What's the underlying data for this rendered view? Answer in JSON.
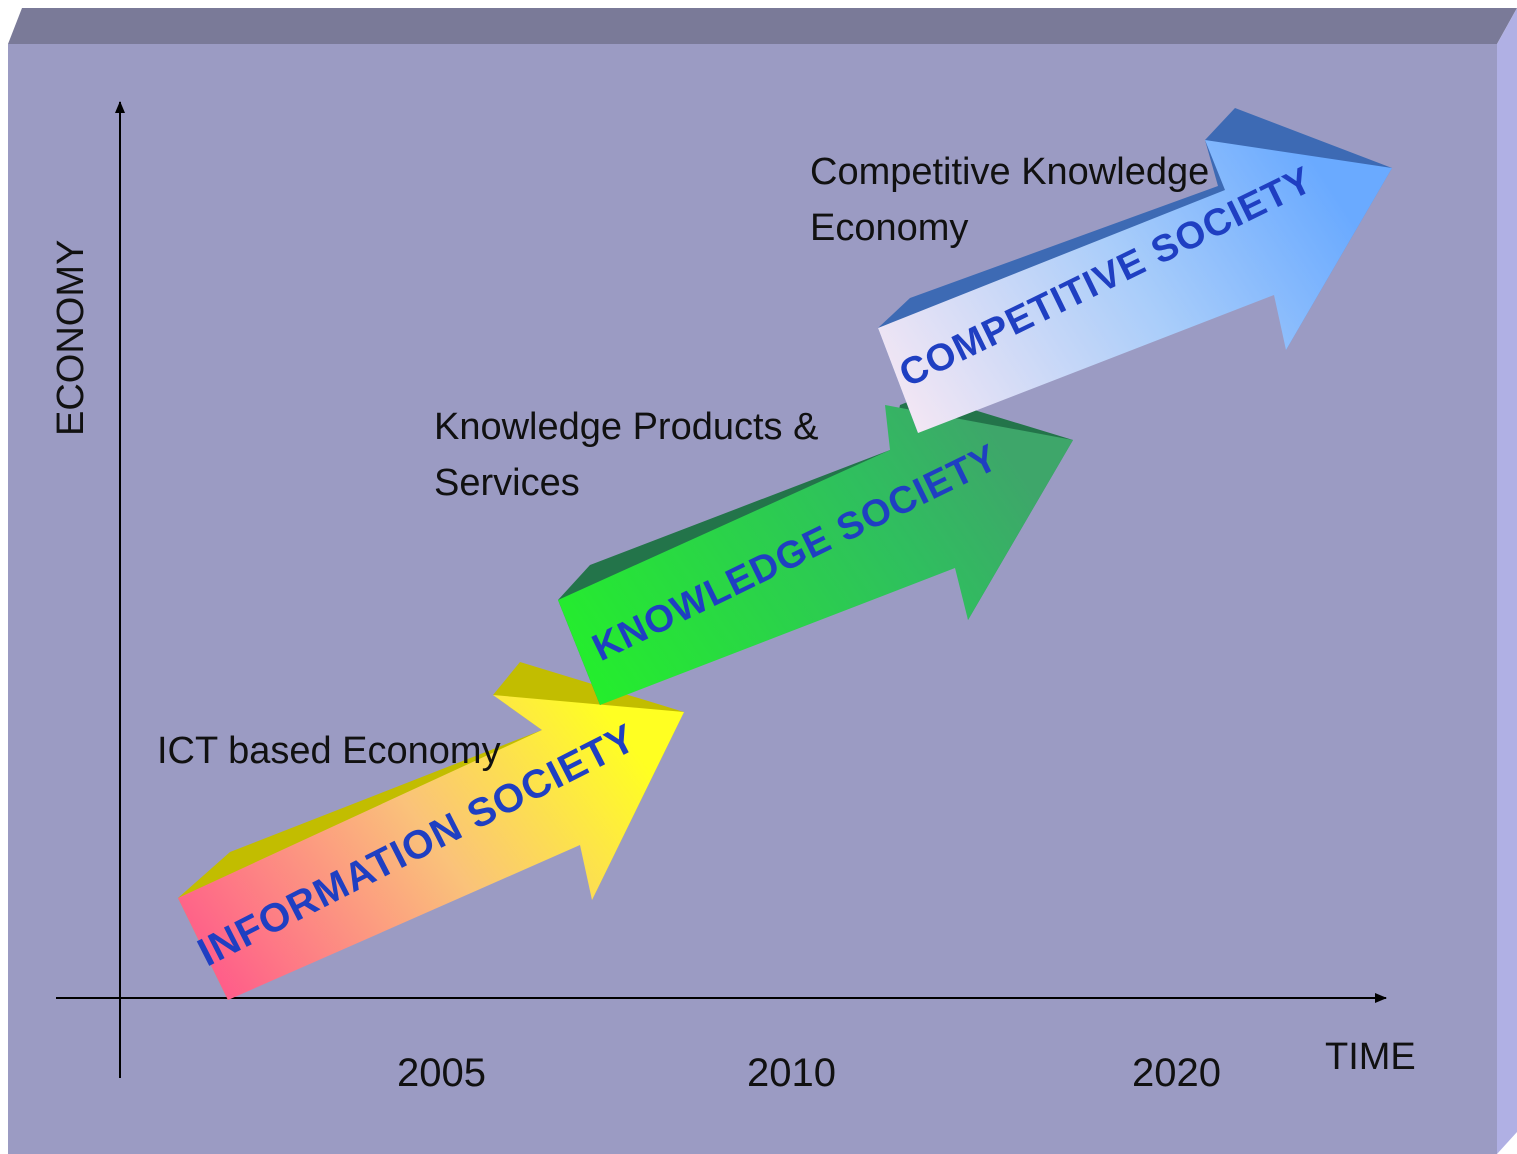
{
  "diagram": {
    "y_axis_label": "ECONOMY",
    "x_axis_label": "TIME",
    "years": [
      "2005",
      "2010",
      "2020"
    ],
    "stages": [
      {
        "society": "INFORMATION SOCIETY",
        "economy_lines": [
          "ICT based Economy"
        ],
        "colors": {
          "gradient_start": "#ffff22",
          "gradient_end": "#ff5a8a",
          "top_face": "#c2bd00",
          "side_face": "#d9d000"
        }
      },
      {
        "society": "KNOWLEDGE SOCIETY",
        "economy_lines": [
          "Knowledge Products &",
          "Services"
        ],
        "colors": {
          "gradient_start": "#3ea66a",
          "gradient_end": "#24ee2c",
          "top_face": "#23744a",
          "side_face": "#1f8a4e"
        }
      },
      {
        "society": "COMPETITIVE SOCIETY",
        "economy_lines": [
          "Competitive Knowledge",
          "Economy"
        ],
        "colors": {
          "gradient_start": "#6aaaff",
          "gradient_end": "#f2e6f4",
          "top_face": "#3d6ab4",
          "side_face": "#4a86d6"
        }
      }
    ],
    "colors": {
      "background": "#9b9bc3",
      "top_bevel": "#7a7a98",
      "right_bevel": "#b0b0e4",
      "axis": "#000000",
      "society_text": "#1f3fc2"
    }
  }
}
